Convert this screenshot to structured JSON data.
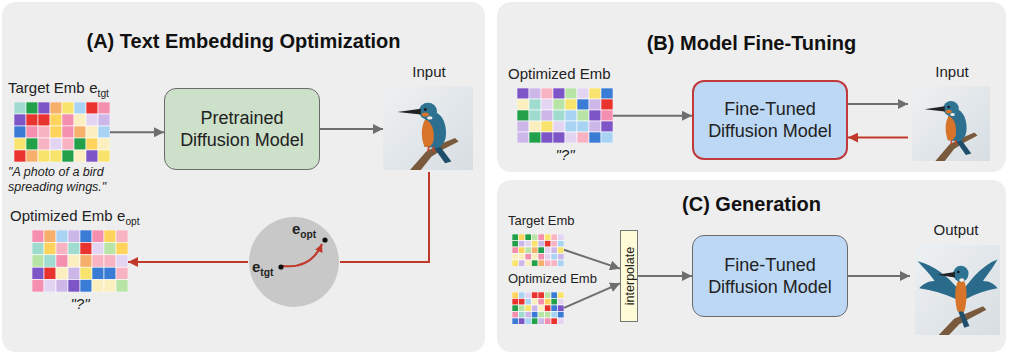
{
  "diagram": {
    "nodes": [
      {
        "text": [
          "(A) Text Embedding Optimization"
        ]
      },
      {
        "text": [
          "Target Emb",
          "e",
          "tgt",
          "\"A photo of a bird spreading wings.\""
        ],
        "in": 0
      },
      {
        "text": [
          "Pretrained Diffusion Model"
        ],
        "in": 0
      },
      {
        "text": [
          "Input"
        ],
        "in": 0
      },
      {
        "text": [
          "e",
          "opt",
          "e",
          "tgt"
        ],
        "in": 0
      },
      {
        "text": [
          "Optimized Emb",
          "e",
          "opt",
          "\"?\""
        ],
        "in": 0
      },
      {
        "text": [
          "(B) Model Fine-Tuning"
        ]
      },
      {
        "text": [
          "Optimized Emb",
          "\"?\""
        ],
        "in": 6
      },
      {
        "text": [
          "Fine-Tuned Diffusion Model"
        ],
        "in": 6
      },
      {
        "text": [
          "Input"
        ],
        "in": 6
      },
      {
        "text": [
          "(C) Generation"
        ]
      },
      {
        "text": [
          "Target Emb"
        ],
        "in": 10
      },
      {
        "text": [
          "Optimized Emb"
        ],
        "in": 10
      },
      {
        "text": [
          "interpolate"
        ],
        "in": 10
      },
      {
        "text": [
          "Fine-Tuned Diffusion Model"
        ],
        "in": 10
      },
      {
        "text": [
          "Output"
        ],
        "in": 10
      }
    ],
    "edges": [
      {
        "from": 1,
        "to": 2,
        "arrow": "to"
      },
      {
        "from": 2,
        "to": 3,
        "arrow": "to"
      },
      {
        "from": 3,
        "to": 4,
        "arrow": "none"
      },
      {
        "from": 4,
        "to": 5,
        "arrow": "to"
      },
      {
        "from": 7,
        "to": 8,
        "arrow": "to"
      },
      {
        "from": 8,
        "to": 9,
        "arrow": "to"
      },
      {
        "from": 9,
        "to": 8,
        "arrow": "to"
      },
      {
        "from": 11,
        "to": 13,
        "arrow": "to"
      },
      {
        "from": 12,
        "to": 13,
        "arrow": "to"
      },
      {
        "from": 13,
        "to": 14,
        "arrow": "to"
      },
      {
        "from": 14,
        "to": 15,
        "arrow": "to"
      }
    ]
  }
}
